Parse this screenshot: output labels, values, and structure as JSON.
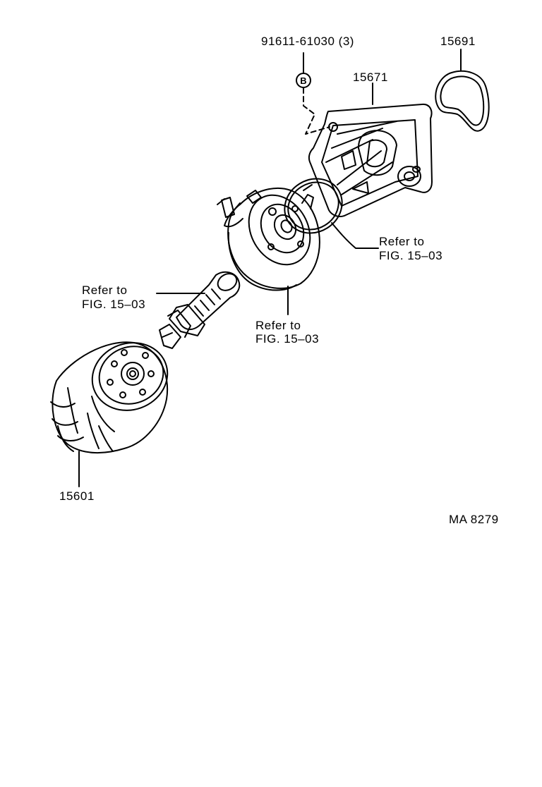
{
  "labels": {
    "bolt_part": "91611-61030 (3)",
    "bolt_marker": "B",
    "gasket_part": "15691",
    "bracket_part": "15671",
    "filter_part": "15601",
    "figure_code": "MA 8279",
    "refer_right_line1": "Refer to",
    "refer_right_line2": "FIG. 15–03",
    "refer_mid_line1": "Refer to",
    "refer_mid_line2": "FIG. 15–03",
    "refer_left_line1": "Refer to",
    "refer_left_line2": "FIG. 15–03"
  },
  "colors": {
    "line": "#000000",
    "background": "#ffffff"
  }
}
